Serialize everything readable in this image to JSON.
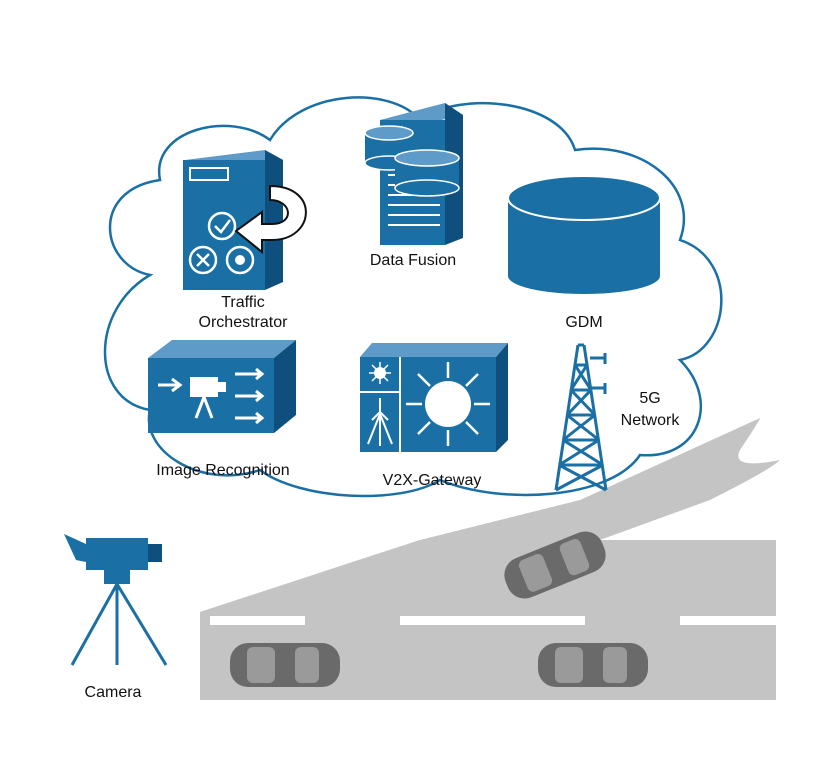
{
  "labels": {
    "traffic_orchestrator_line1": "Traffic",
    "traffic_orchestrator_line2": "Orchestrator",
    "data_fusion": "Data Fusion",
    "gdm": "GDM",
    "image_recognition": "Image Recognition",
    "v2x_gateway": "V2X-Gateway",
    "network_line1": "5G",
    "network_line2": "Network",
    "camera": "Camera"
  },
  "colors": {
    "primary_blue": "#1a6fa5",
    "dark_blue": "#0f4f7d",
    "cloud_border": "#1a6fa5",
    "road": "#c4c4c4",
    "car": "#6a6a6a"
  }
}
